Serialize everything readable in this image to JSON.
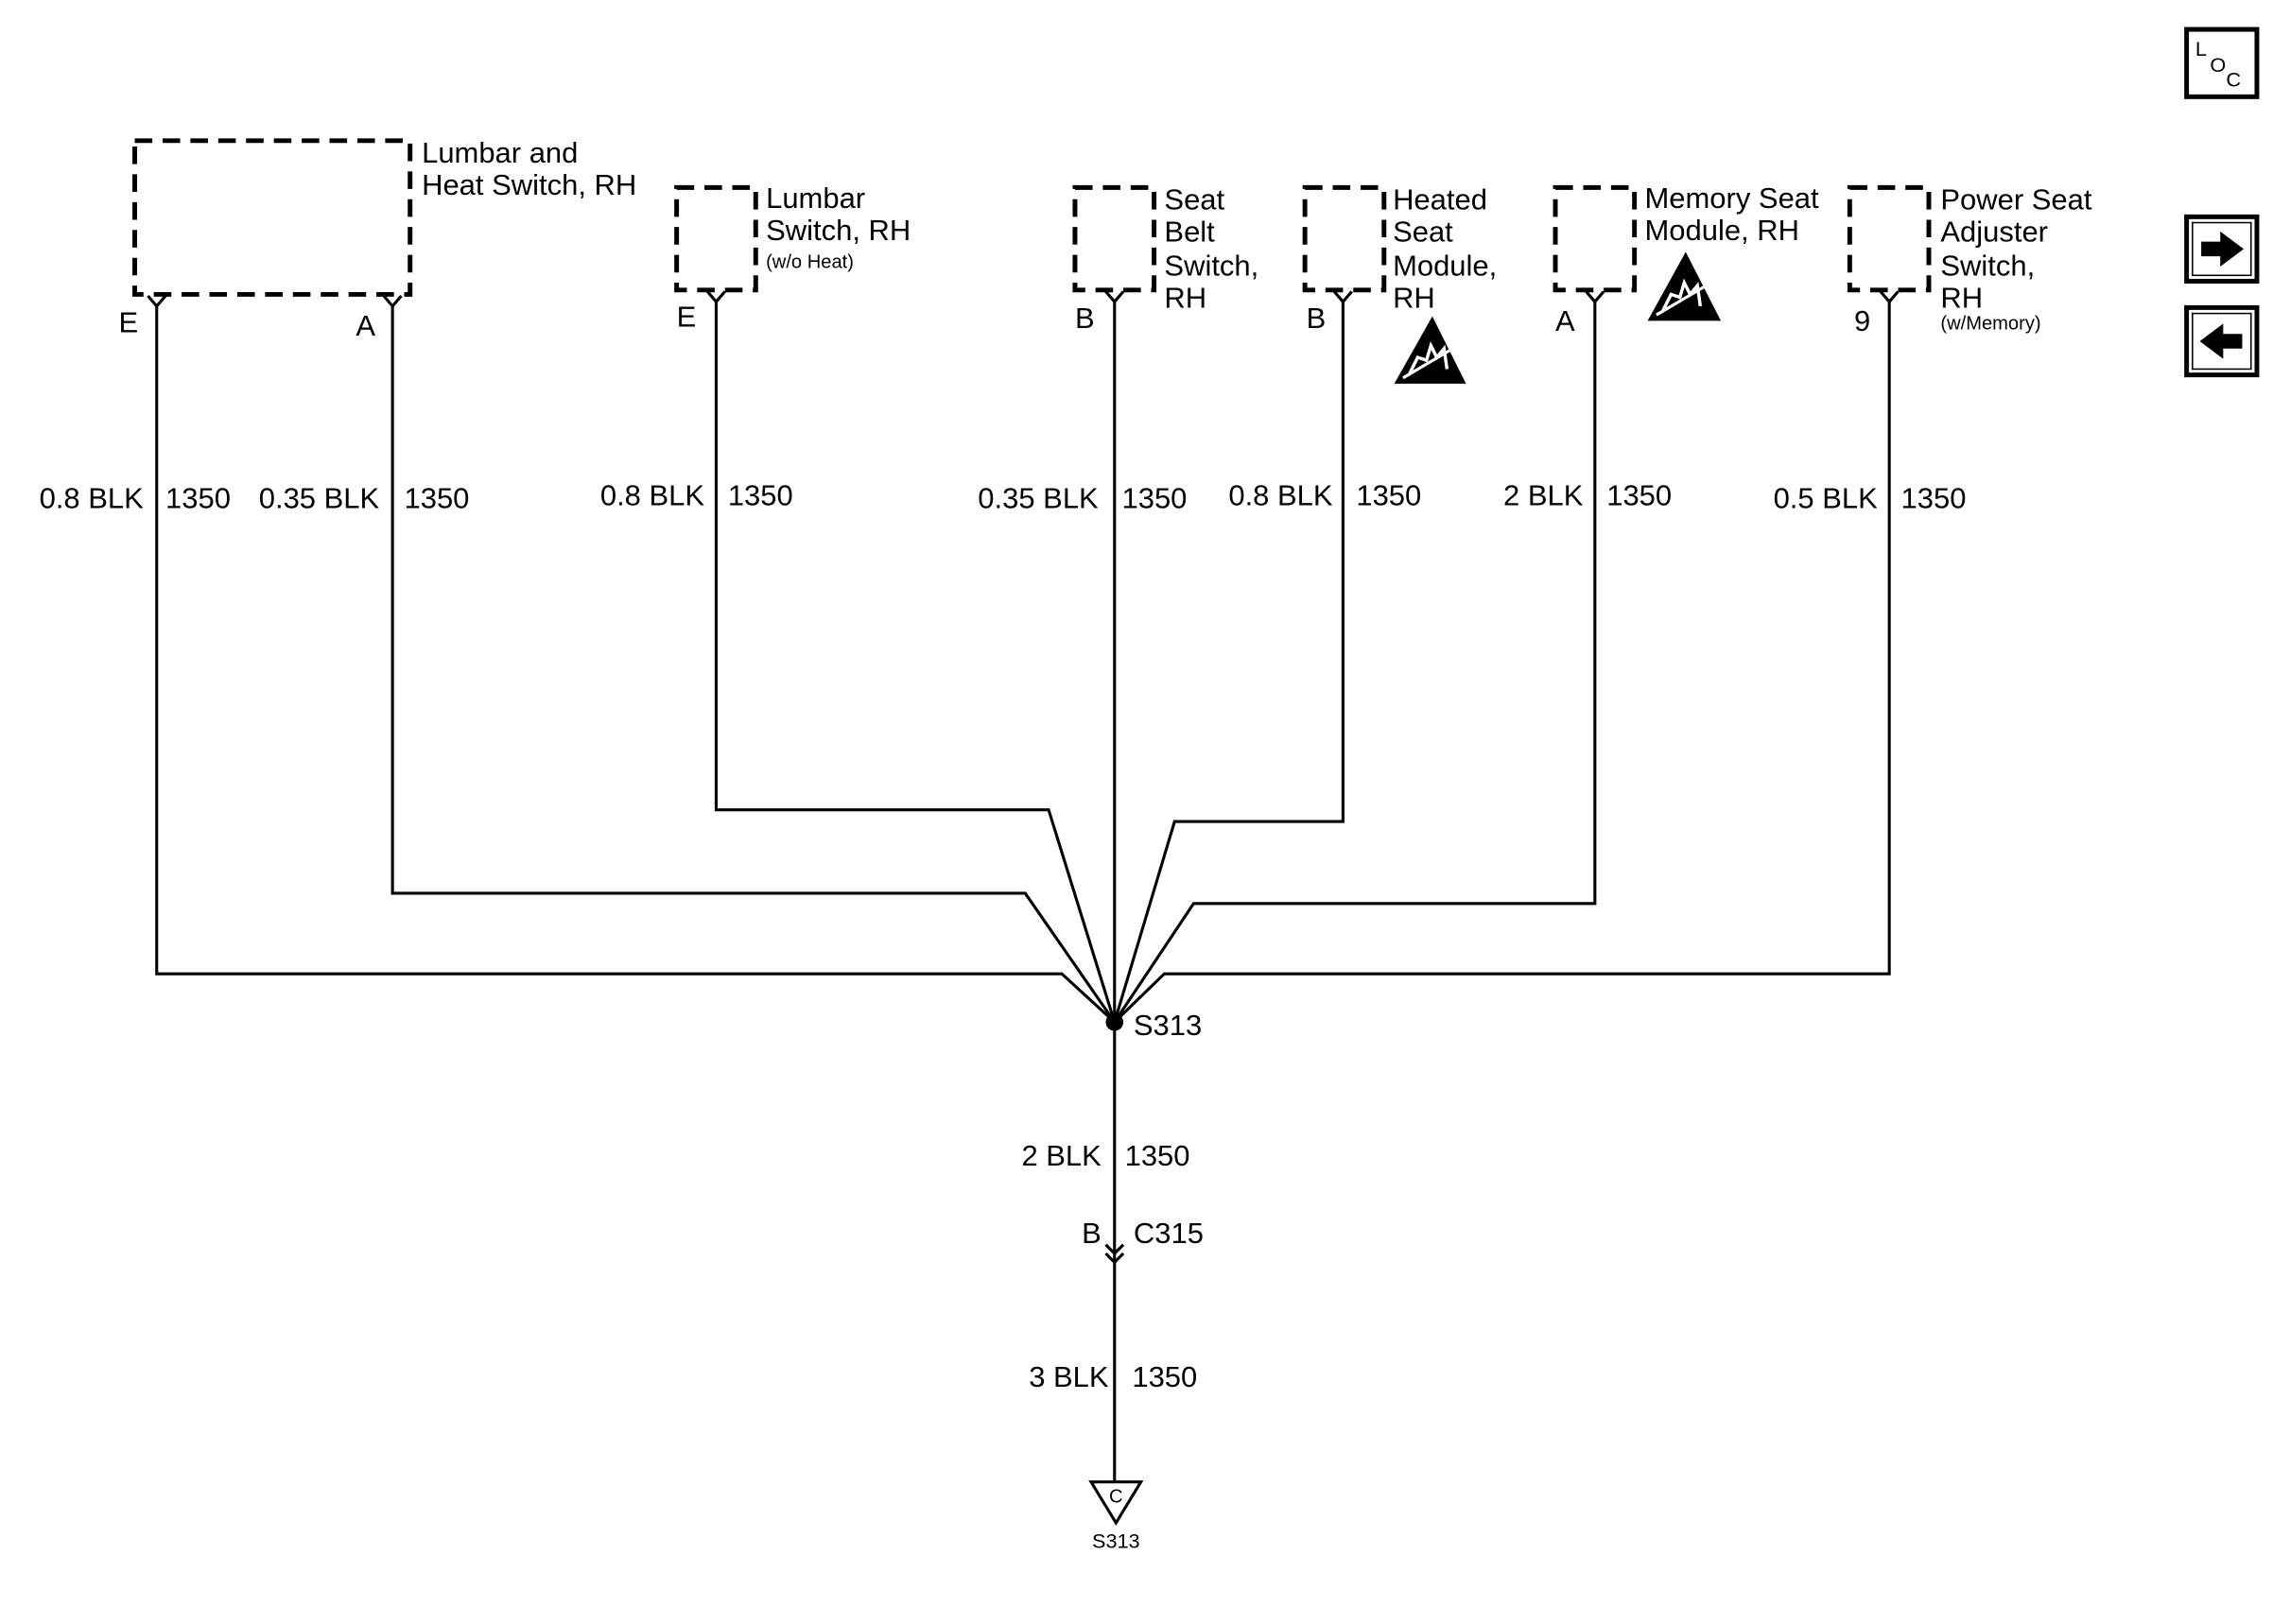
{
  "navigation": {
    "loc_button": {
      "letters": [
        "L",
        "O",
        "C"
      ],
      "icon": "loc-icon"
    },
    "next_button": {
      "icon": "arrow-right-icon"
    },
    "prev_button": {
      "icon": "arrow-left-icon"
    }
  },
  "components": {
    "lumbar_heat_switch": {
      "label_lines": [
        "Lumbar and",
        "Heat Switch, RH"
      ],
      "pins": [
        "E",
        "A"
      ]
    },
    "lumbar_switch": {
      "label_lines": [
        "Lumbar",
        "Switch, RH"
      ],
      "note": "(w/o Heat)",
      "pin": "E"
    },
    "seat_belt_switch": {
      "label_lines": [
        "Seat",
        "Belt",
        "Switch,",
        "RH"
      ],
      "pin": "B"
    },
    "heated_seat_module": {
      "label_lines": [
        "Heated",
        "Seat",
        "Module,",
        "RH"
      ],
      "pin": "B",
      "icon": "esd-sensitive-icon"
    },
    "memory_seat_module": {
      "label_lines": [
        "Memory Seat",
        "Module, RH"
      ],
      "pin": "A",
      "icon": "esd-sensitive-icon"
    },
    "power_seat_adjuster_switch": {
      "label_lines": [
        "Power Seat",
        "Adjuster",
        "Switch,",
        "RH"
      ],
      "note": "(w/Memory)",
      "pin": "9"
    }
  },
  "branch_wires": [
    {
      "size_color": "0.8 BLK",
      "circuit": "1350"
    },
    {
      "size_color": "0.35 BLK",
      "circuit": "1350"
    },
    {
      "size_color": "0.8 BLK",
      "circuit": "1350"
    },
    {
      "size_color": "0.35 BLK",
      "circuit": "1350"
    },
    {
      "size_color": "0.8 BLK",
      "circuit": "1350"
    },
    {
      "size_color": "2 BLK",
      "circuit": "1350"
    },
    {
      "size_color": "0.5 BLK",
      "circuit": "1350"
    }
  ],
  "splice": {
    "label": "S313"
  },
  "trunk_wires": [
    {
      "size_color": "2 BLK",
      "circuit": "1350"
    },
    {
      "size_color": "3 BLK",
      "circuit": "1350"
    }
  ],
  "connector": {
    "pin": "B",
    "name": "C315"
  },
  "ground": {
    "letter": "C",
    "label": "S313",
    "icon": "ground-icon"
  },
  "colors": {
    "line": "#000000",
    "background": "#ffffff"
  }
}
